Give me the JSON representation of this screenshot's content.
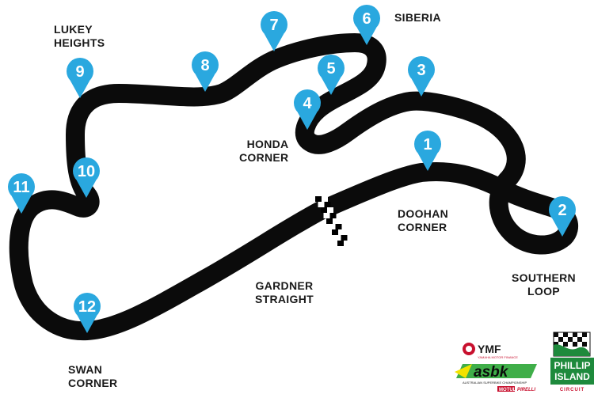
{
  "map": {
    "colors": {
      "track": "#0b0b0b",
      "marker": "#2aa8df",
      "marker_text": "#ffffff",
      "label": "#1a1a1a",
      "finish_flag": [
        "#000000",
        "#ffffff"
      ]
    },
    "markers": [
      {
        "number": "1"
      },
      {
        "number": "2"
      },
      {
        "number": "3"
      },
      {
        "number": "4"
      },
      {
        "number": "5"
      },
      {
        "number": "6"
      },
      {
        "number": "7"
      },
      {
        "number": "8"
      },
      {
        "number": "9"
      },
      {
        "number": "10"
      },
      {
        "number": "11"
      },
      {
        "number": "12"
      }
    ],
    "labels": {
      "lukey_heights": [
        "LUKEY",
        "HEIGHTS"
      ],
      "siberia": [
        "SIBERIA"
      ],
      "honda_corner": [
        "HONDA",
        "CORNER"
      ],
      "doohan_corner": [
        "DOOHAN",
        "CORNER"
      ],
      "southern_loop": [
        "SOUTHERN",
        "LOOP"
      ],
      "gardner_straight": [
        "GARDNER",
        "STRAIGHT"
      ],
      "swan_corner": [
        "SWAN",
        "CORNER"
      ]
    }
  },
  "logos": {
    "ymf": {
      "text": "YMF",
      "subtext": "YAMAHA MOTOR FINANCE",
      "icon": "yamaha-tuning-fork-icon"
    },
    "asbk": {
      "text": "asbk",
      "subtext": "AUSTRALIAN SUPERBIKE CHAMPIONSHIP",
      "sponsors": [
        "MOTUL",
        "PIRELLI"
      ]
    },
    "phillip_island": {
      "lines": [
        "PHILLIP",
        "ISLAND"
      ],
      "sub": "CIRCUIT",
      "icon": "chequered-flag-icon"
    }
  }
}
